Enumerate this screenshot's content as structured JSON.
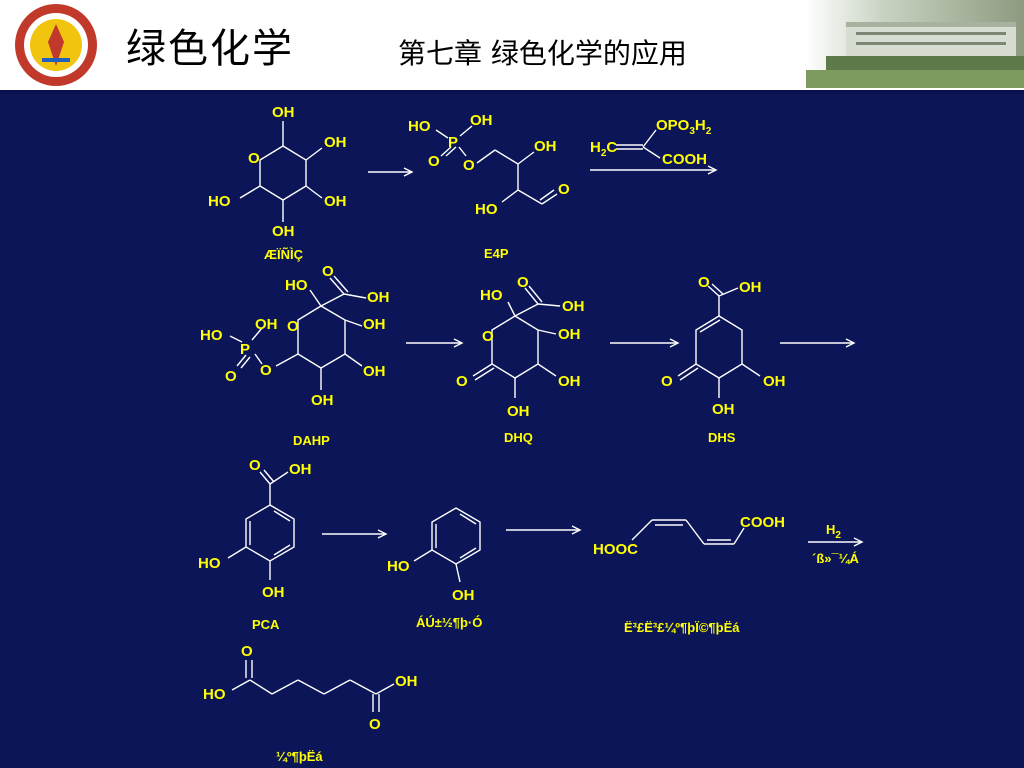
{
  "header": {
    "title": "绿色化学",
    "subtitle": "第七章  绿色化学的应用"
  },
  "colors": {
    "background": "#0b1557",
    "label": "#ffff00",
    "bond": "#ffffff",
    "header_bg": "#ffffff"
  },
  "icons": {
    "logo": "university-seal-icon",
    "photo": "campus-building-photo"
  },
  "molecules": {
    "glucose": {
      "oh1": "OH",
      "oh2": "OH",
      "ring_o": "O",
      "ho": "HO",
      "oh3": "OH",
      "oh4": "OH",
      "name": "ÆÏÑÌÇ"
    },
    "e4p": {
      "ho": "HO",
      "oh_p": "OH",
      "p": "P",
      "o_double": "O",
      "o_ester": "O",
      "oh": "OH",
      "ho2": "HO",
      "o_ald": "O",
      "name": "E4P"
    },
    "pep": {
      "opo3h2": "OPO",
      "sub3": "3",
      "h2": "H",
      "sub2": "2",
      "ch2": "H",
      "ch2_sub": "2",
      "ch2_c": "C",
      "cooh": "COOH"
    },
    "dahp": {
      "ho_top": "HO",
      "o_top": "O",
      "oh_acid": "OH",
      "ho_p": "HO",
      "oh_p": "OH",
      "o_ring": "O",
      "oh_r": "OH",
      "p": "P",
      "o_ester": "O",
      "o_dbl": "O",
      "oh_low": "OH",
      "oh_bot": "OH",
      "name": "DAHP"
    },
    "dhq": {
      "o_top": "O",
      "ho": "HO",
      "oh_acid": "OH",
      "o_ring": "O",
      "oh_r": "OH",
      "o_keto": "O",
      "oh_low": "OH",
      "oh_bot": "OH",
      "name": "DHQ"
    },
    "dhs": {
      "o_top": "O",
      "oh_acid": "OH",
      "o_keto": "O",
      "oh_r": "OH",
      "oh_bot": "OH",
      "name": "DHS"
    },
    "pca": {
      "o_top": "O",
      "oh_acid": "OH",
      "ho": "HO",
      "oh": "OH",
      "name": "PCA"
    },
    "catechol": {
      "ho": "HO",
      "oh": "OH",
      "name": "ÁÚ±½¶þ·Ó"
    },
    "muconic": {
      "cooh": "COOH",
      "hooc": "HOOC",
      "name": "Ë³£­Ë³£­¼º¶þÏ©¶þËá"
    },
    "adipic": {
      "o_top": "O",
      "ho": "HO",
      "oh": "OH",
      "o_bot": "O",
      "name": "¼º¶þËá"
    }
  },
  "reagent": {
    "h2": "H",
    "h2_sub": "2",
    "catalyst": "´ß»¯¼Á"
  }
}
